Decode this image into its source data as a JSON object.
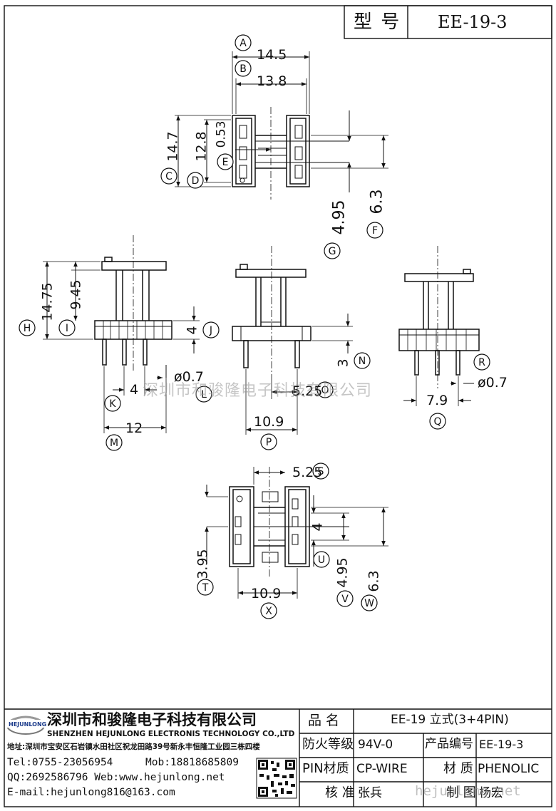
{
  "header": {
    "type_label": "型 号",
    "model": "EE-19-3"
  },
  "dims": {
    "a": "14.5",
    "b": "13.8",
    "c": "14.7",
    "d": "12.8",
    "e": "0.53",
    "f": "6.3",
    "g": "4.95",
    "h": "14.75",
    "i": "9.45",
    "j": "4",
    "k": "4",
    "l": "ø0.7",
    "m": "12",
    "n": "3",
    "o": "5.25",
    "p": "10.9",
    "q": "7.9",
    "r": "ø0.7",
    "s": "5.25",
    "t": "3.95",
    "u": "4",
    "v": "4.95",
    "w": "6.3",
    "x": "10.9"
  },
  "markers": [
    "A",
    "B",
    "C",
    "D",
    "E",
    "F",
    "G",
    "H",
    "I",
    "J",
    "K",
    "L",
    "M",
    "N",
    "O",
    "P",
    "Q",
    "R",
    "S",
    "T",
    "U",
    "V",
    "W",
    "X"
  ],
  "watermark": "深圳市和骏隆电子科技有限公司",
  "company": {
    "logo_text": "HEJUNLONG",
    "name_cn": "深圳市和骏隆电子科技有限公司",
    "name_en": "SHENZHEN HEJUNLONG ELECTRONIS TECHNOLOGY CO.,LTD",
    "address": "地址:深圳市宝安区石岩镇水田社区祝龙田路39号新永丰恒隆工业园三栋四楼",
    "tel": "Tel:0755-23056954",
    "mob": "Mob:18818685809",
    "qq": "QQ:2692586796 Web:www.hejunlong.net",
    "email": "E-mail:hejunlong816@163.com"
  },
  "table": {
    "name_label": "品 名",
    "name_value": "EE-19 立式(3+4PIN)",
    "fire_label": "防火等级",
    "fire_value": "94V-0",
    "code_label": "产品编号",
    "code_value": "EE-19-3",
    "pin_label": "PIN材质",
    "pin_value": "CP-WIRE",
    "mat_label": "材 质",
    "mat_value": "PHENOLIC",
    "check_label": "核 准",
    "check_value": "张兵",
    "draw_label": "制 图",
    "draw_value": "杨宏"
  },
  "footer_watermark": "hejunlong.net"
}
